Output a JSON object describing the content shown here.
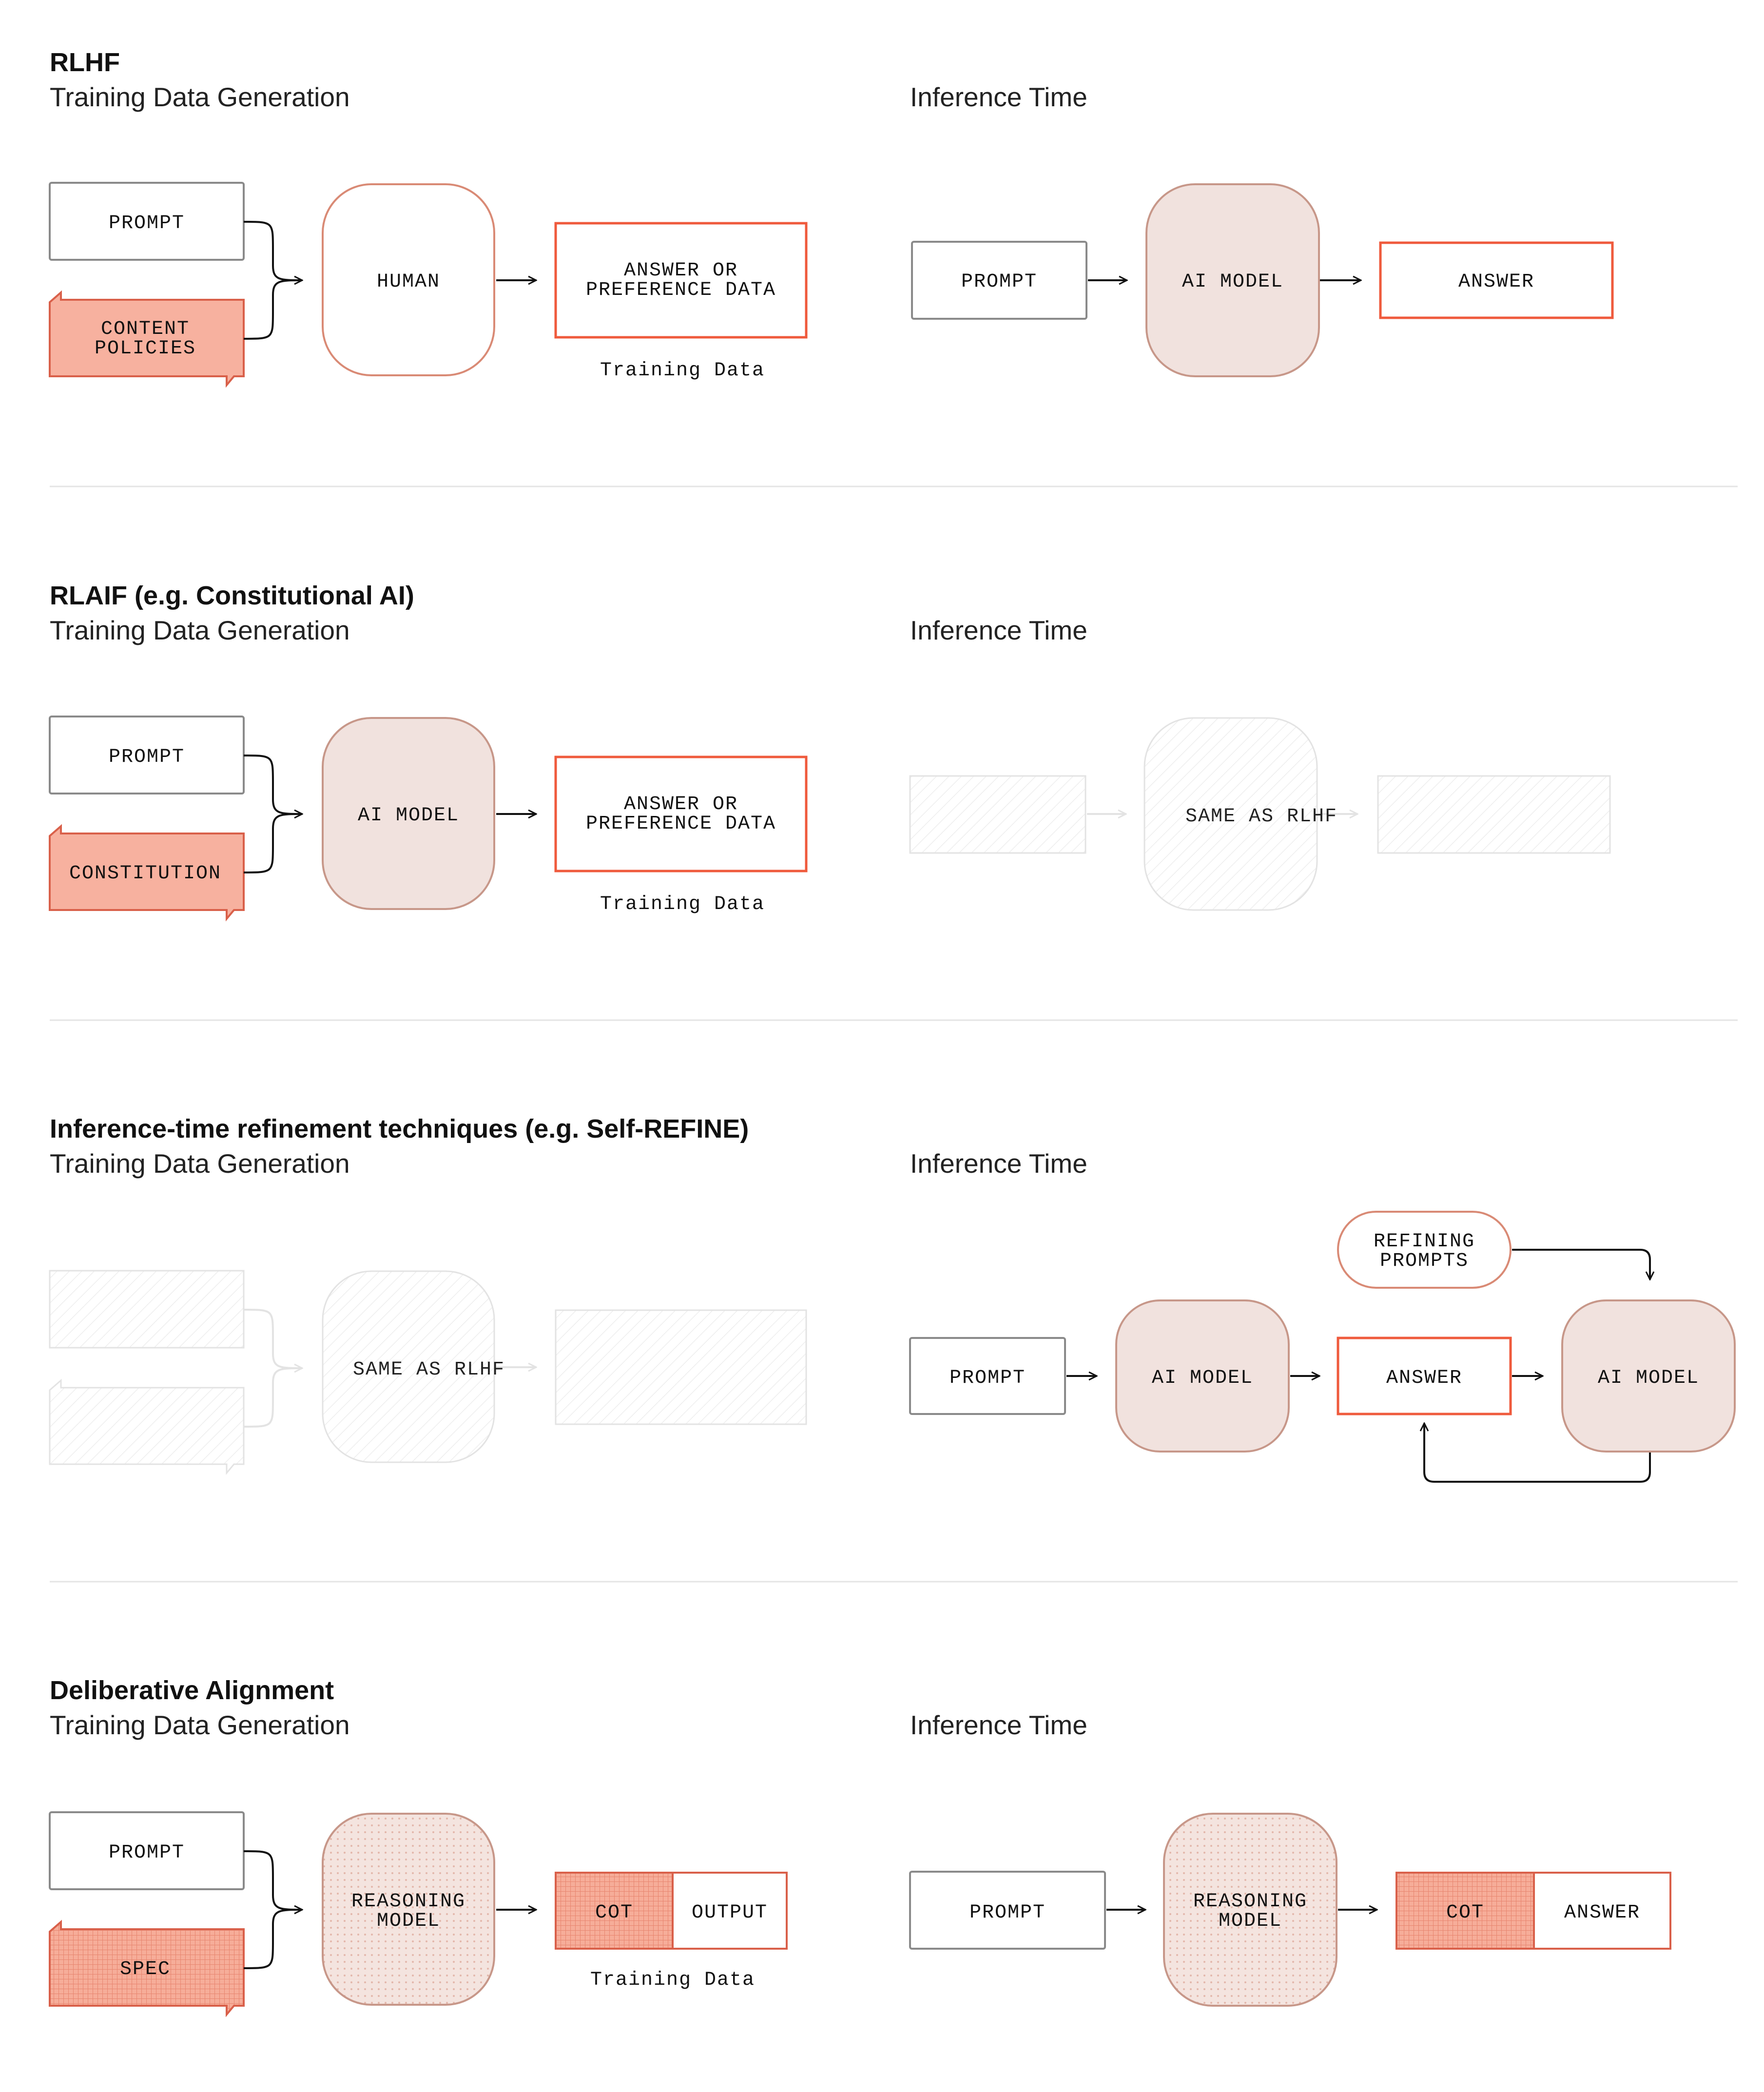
{
  "colors": {
    "accent_stroke": "#ef5a3c",
    "box_stroke": "#8a8a8a",
    "policy_fill": "#f7b19f",
    "policy_stroke": "#d9604a",
    "model_fill": "#f1e2de",
    "model_stroke": "#c79789",
    "ghost_stroke": "#e3e3e3",
    "divider": "#e4e4e4",
    "arrow": "#111111"
  },
  "sections": {
    "rlhf": {
      "title": "RLHF",
      "training_heading": "Training Data Generation",
      "inference_heading": "Inference Time",
      "prompt": "PROMPT",
      "policy": [
        "CONTENT",
        "POLICIES"
      ],
      "human": "HUMAN",
      "answer_data": [
        "ANSWER OR",
        "PREFERENCE DATA"
      ],
      "caption": "Training Data",
      "inf_prompt": "PROMPT",
      "inf_model": "AI MODEL",
      "inf_answer": "ANSWER"
    },
    "rlaif": {
      "title": "RLAIF (e.g. Constitutional AI)",
      "training_heading": "Training Data Generation",
      "inference_heading": "Inference Time",
      "prompt": "PROMPT",
      "policy": "CONSTITUTION",
      "model": "AI MODEL",
      "answer_data": [
        "ANSWER OR",
        "PREFERENCE DATA"
      ],
      "caption": "Training Data",
      "same_as": "SAME AS RLHF"
    },
    "refine": {
      "title": "Inference-time refinement techniques (e.g. Self-REFINE)",
      "training_heading": "Training Data Generation",
      "inference_heading": "Inference Time",
      "same_as": "SAME AS RLHF",
      "refining_prompts": [
        "REFINING",
        "PROMPTS"
      ],
      "inf_prompt": "PROMPT",
      "inf_model_1": "AI MODEL",
      "inf_answer": "ANSWER",
      "inf_model_2": "AI MODEL"
    },
    "deliberative": {
      "title": "Deliberative Alignment",
      "training_heading": "Training Data Generation",
      "inference_heading": "Inference Time",
      "prompt": "PROMPT",
      "policy": "SPEC",
      "model": [
        "REASONING",
        "MODEL"
      ],
      "cot": "COT",
      "output": "OUTPUT",
      "caption": "Training Data",
      "inf_prompt": "PROMPT",
      "inf_model": [
        "REASONING",
        "MODEL"
      ],
      "inf_cot": "COT",
      "inf_answer": "ANSWER"
    }
  }
}
